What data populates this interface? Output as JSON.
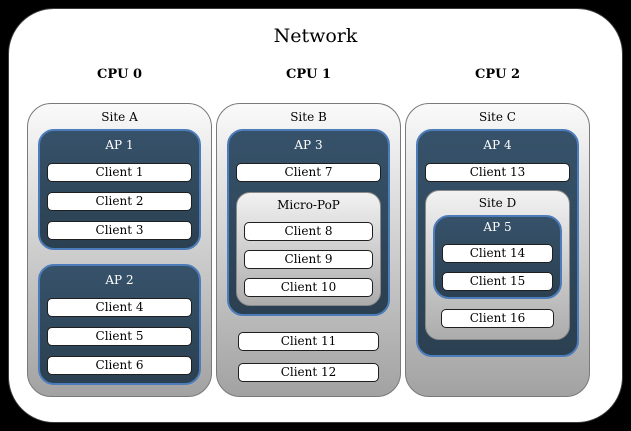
{
  "network": {
    "title": "Network",
    "cpu_labels": [
      "CPU 0",
      "CPU 1",
      "CPU 2"
    ],
    "site_a": {
      "name": "Site A",
      "ap_1": {
        "name": "AP 1",
        "clients": [
          "Client 1",
          "Client 2",
          "Client 3"
        ]
      },
      "ap_2": {
        "name": "AP 2",
        "clients": [
          "Client 4",
          "Client 5",
          "Client 6"
        ]
      }
    },
    "site_b": {
      "name": "Site B",
      "ap_3": {
        "name": "AP 3",
        "clients": [
          "Client 7"
        ],
        "micro_pop": {
          "name": "Micro-PoP",
          "clients": [
            "Client 8",
            "Client 9",
            "Client 10"
          ]
        }
      },
      "clients": [
        "Client 11",
        "Client 12"
      ]
    },
    "site_c": {
      "name": "Site C",
      "ap_4": {
        "name": "AP 4",
        "clients": [
          "Client 13"
        ],
        "site_d": {
          "name": "Site D",
          "ap_5": {
            "name": "AP 5",
            "clients": [
              "Client 14",
              "Client 15"
            ]
          },
          "clients": [
            "Client 16"
          ]
        }
      }
    },
    "colors": {
      "page_background": "#000000",
      "canvas_fill": "#ffffff",
      "site_fill_top": "#fafafa",
      "site_fill_bottom": "#a2a2a2",
      "site_border": "#7a7a7a",
      "ap_fill": "#2e4a5e",
      "ap_border": "#4d7cba",
      "ap_text": "#ffffff",
      "client_fill": "#ffffff",
      "client_border": "#1f1f1f",
      "text": "#000000"
    }
  }
}
